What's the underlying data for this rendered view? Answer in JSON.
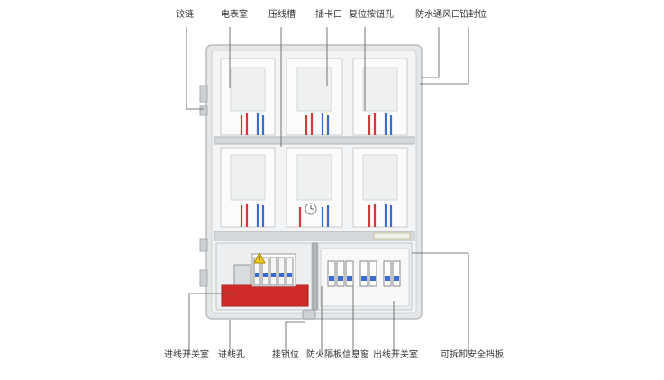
{
  "labels": {
    "top": [
      "铰链",
      "电表室",
      "压线槽",
      "插卡口",
      "复位按钮孔",
      "防水通风口",
      "铅封位"
    ],
    "bottom": [
      "进线开关室",
      "进线孔",
      "挂锁位",
      "防火隔板",
      "信息窗",
      "出线开关室",
      "可拆卸安全挡板"
    ]
  },
  "colors": {
    "cabinet_frame": "#d9dcde",
    "meter_window": "#eef0f1",
    "wire_red": "#d23a3a",
    "wire_blue": "#3a6bd2",
    "breaker_red": "#cf2b2b",
    "leader_line": "#555555"
  },
  "icons": [
    "warning-icon",
    "clock-icon"
  ]
}
